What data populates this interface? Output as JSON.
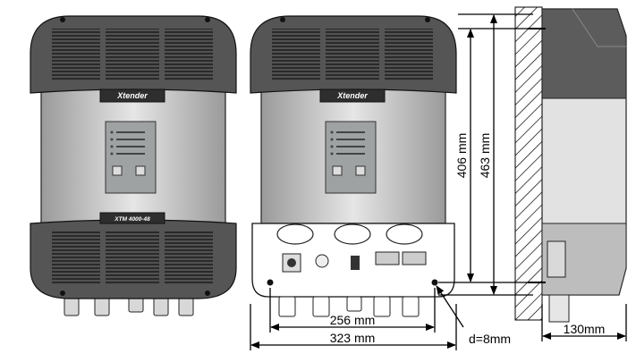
{
  "product": {
    "brand_label": "Xtender",
    "model_label": "XTM 4000-48"
  },
  "dimensions": {
    "mount_height": "406 mm",
    "total_height": "463 mm",
    "mount_width": "256 mm",
    "total_width": "323 mm",
    "hole_diameter": "d=8mm",
    "depth": "130mm"
  }
}
